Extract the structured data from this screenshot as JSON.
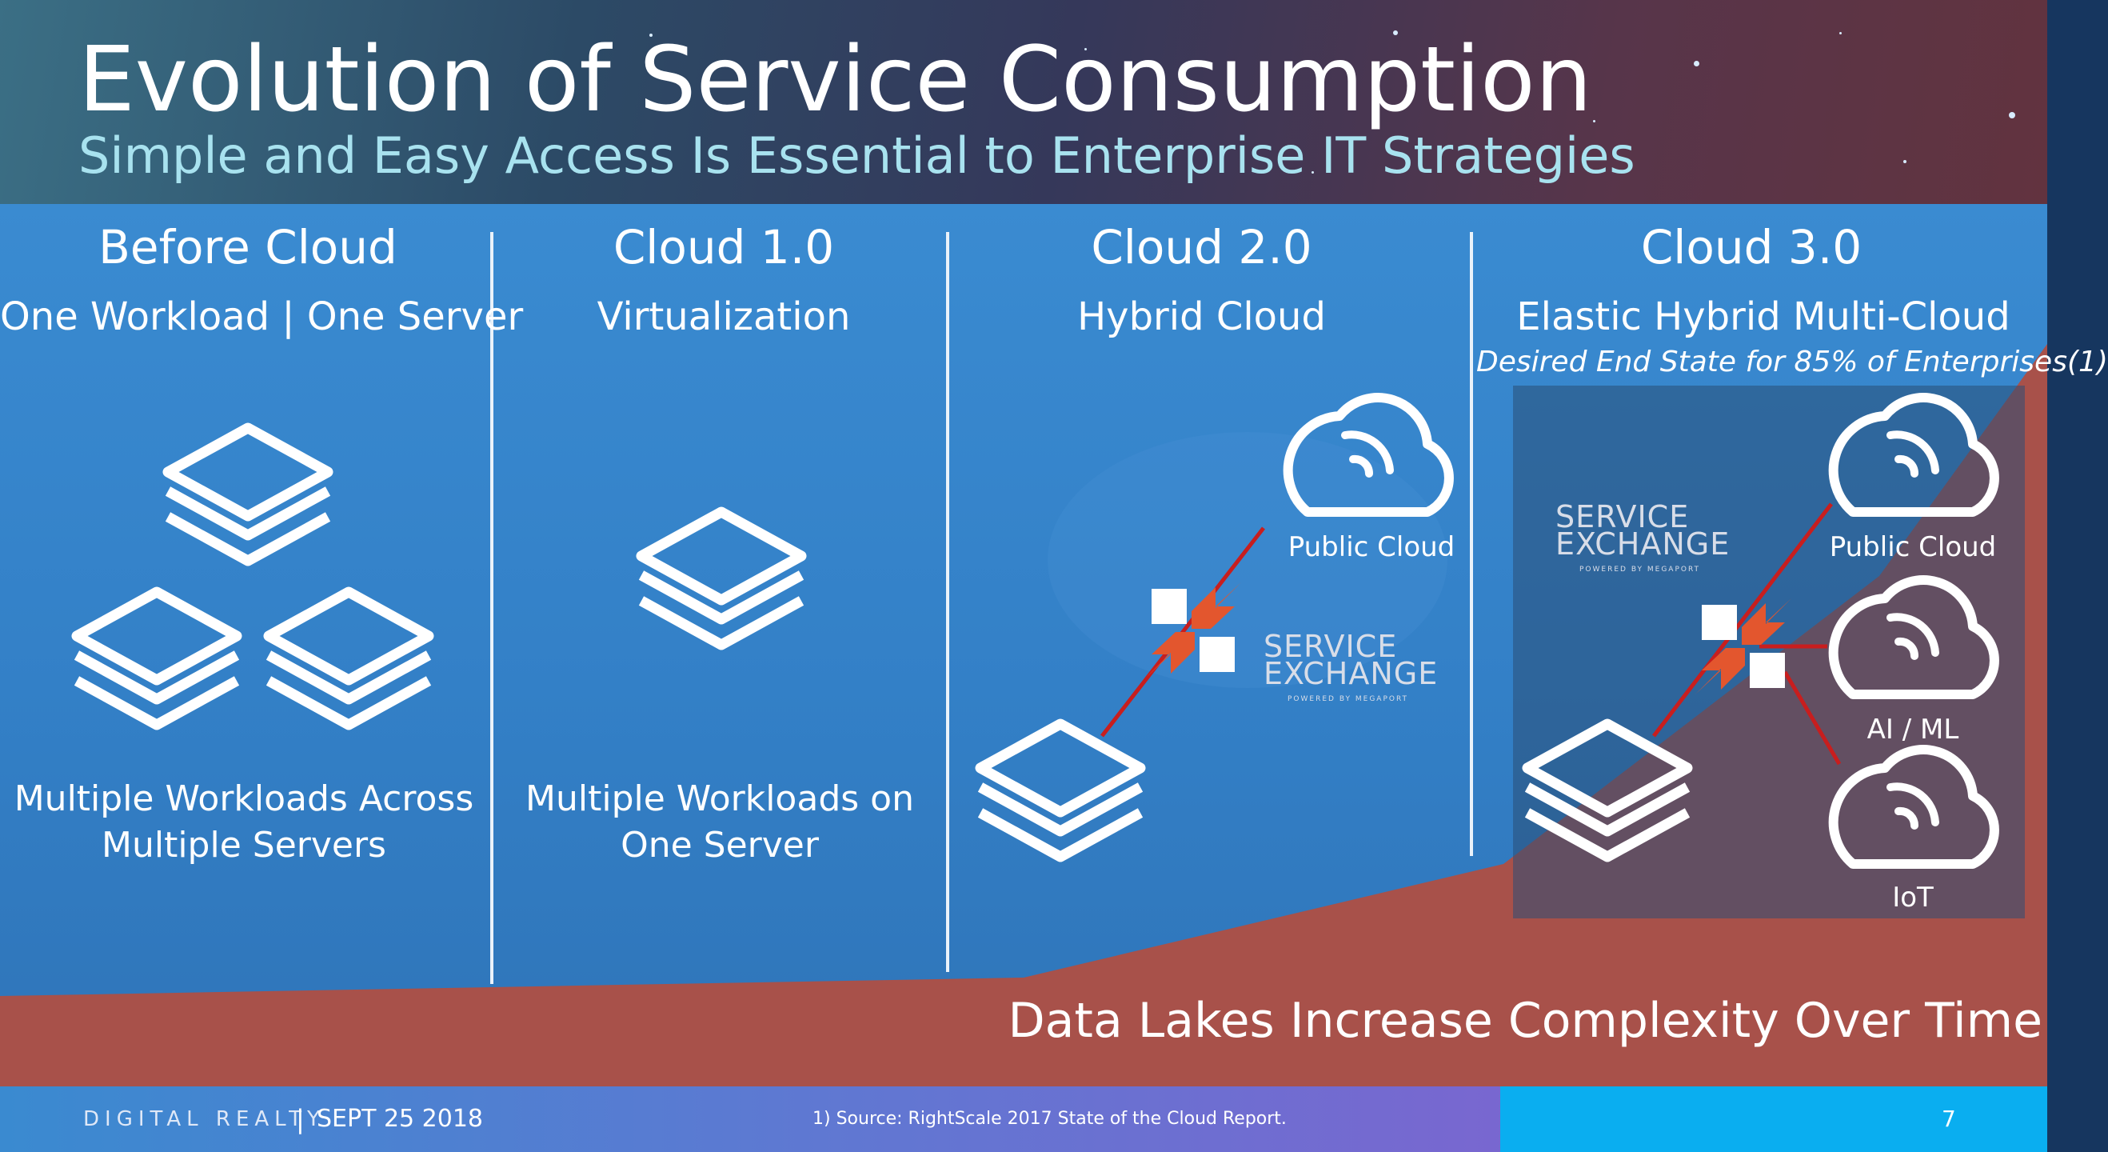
{
  "slide": {
    "title": "Evolution of Service Consumption",
    "subtitle": "Simple and Easy Access Is Essential to Enterprise IT Strategies"
  },
  "columns": [
    {
      "heading": "Before Cloud",
      "subheading": "One Workload | One Server",
      "description": "Multiple Workloads Across Multiple Servers"
    },
    {
      "heading": "Cloud 1.0",
      "subheading": "Virtualization",
      "description": "Multiple Workloads on One Server"
    },
    {
      "heading": "Cloud 2.0",
      "subheading": "Hybrid Cloud"
    },
    {
      "heading": "Cloud 3.0",
      "subheading": "Elastic Hybrid Multi-Cloud",
      "note": "Desired End State for 85% of Enterprises(1)"
    }
  ],
  "service_exchange": {
    "line1": "SERVICE",
    "line2": "EXCHANGE",
    "powered_by": "POWERED BY MEGAPORT"
  },
  "cloud_labels": {
    "public_cloud": "Public Cloud",
    "ai_ml": "AI / ML",
    "iot": "IoT"
  },
  "data_lakes": "Data Lakes Increase Complexity Over Time",
  "footer": {
    "brand": "DIGITAL REALTY",
    "separator": "|",
    "date": "SEPT 25 2018",
    "source": "1)  Source: RightScale 2017 State of the Cloud Report.",
    "page": "7"
  },
  "icons": [
    "layers-icon",
    "cloud-icon",
    "service-exchange-arrows-icon",
    "digital-realty-logo-icon"
  ],
  "colors": {
    "blue_panel": "#3a8bd1",
    "data_lake_red": "#a8514a",
    "accent_orange": "#e3562e",
    "footer_cyan": "#0aaef0"
  }
}
